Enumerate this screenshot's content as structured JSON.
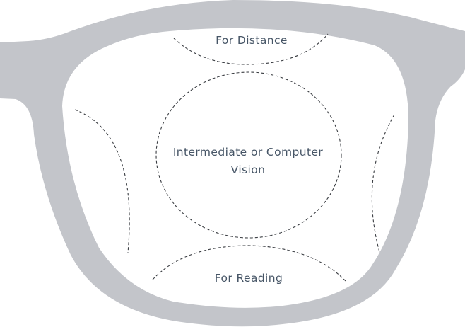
{
  "zones": {
    "distance": "For Distance",
    "intermediate": "Intermediate or Computer Vision",
    "reading": "For Reading"
  },
  "colors": {
    "frame": "#c3c5ca",
    "lens": "#ffffff",
    "dashed_outline": "#3a3d42",
    "label_text": "#465566"
  }
}
